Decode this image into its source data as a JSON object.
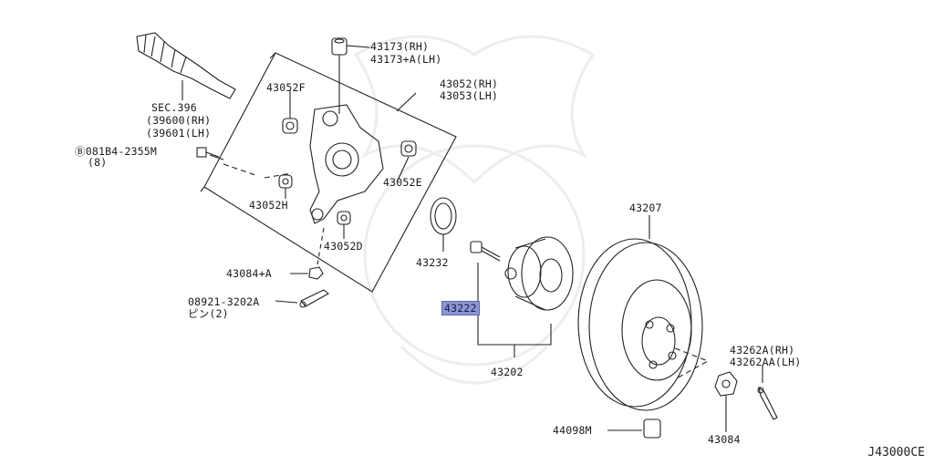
{
  "diagram": {
    "reference_code": "J43000CE",
    "highlighted_part": "43222",
    "labels": {
      "sec396": "SEC.396",
      "p39600": "(39600(RH)",
      "p39601": "(39601(LH)",
      "bolt081": "Ⓑ081B4-2355M",
      "bolt081_qty": "(8)",
      "p43052f": "43052F",
      "p43173": "43173(RH)",
      "p43173a": "43173+A(LH)",
      "p43052rh": "43052(RH)",
      "p43053lh": "43053(LH)",
      "p43052e": "43052E",
      "p43052h": "43052H",
      "p43052d": "43052D",
      "p43084a": "43084+A",
      "p08921": "08921-3202A",
      "pin2": "ピン(2)",
      "p43232": "43232",
      "p43222": "43222",
      "p43202": "43202",
      "p43207": "43207",
      "p43262a": "43262A(RH)",
      "p43262aa": "43262AA(LH)",
      "p43084": "43084",
      "p44098m": "44098M"
    }
  }
}
